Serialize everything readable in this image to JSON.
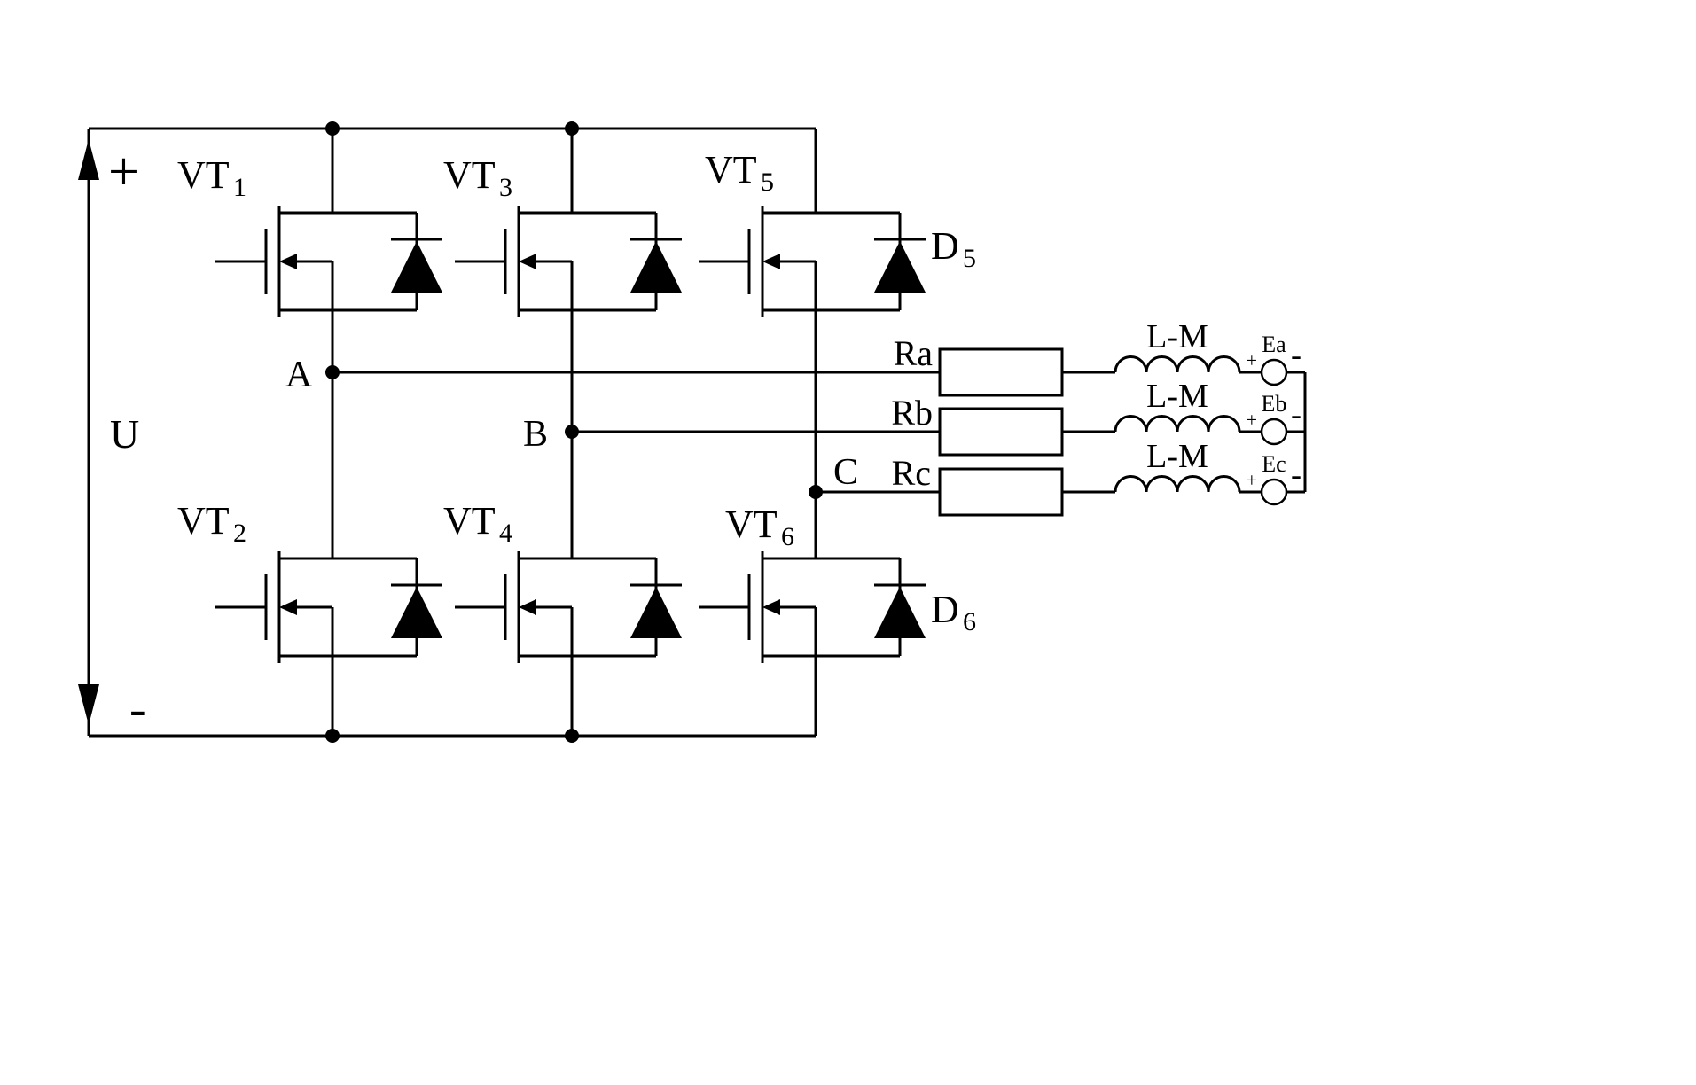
{
  "diagram": {
    "dc_bus": {
      "plus": "+",
      "minus": "-",
      "voltage": "U"
    },
    "switches": [
      {
        "prefix": "VT",
        "sub": "1"
      },
      {
        "prefix": "VT",
        "sub": "3"
      },
      {
        "prefix": "VT",
        "sub": "5"
      },
      {
        "prefix": "VT",
        "sub": "2"
      },
      {
        "prefix": "VT",
        "sub": "4"
      },
      {
        "prefix": "VT",
        "sub": "6"
      }
    ],
    "diodes": [
      {
        "prefix": "D",
        "sub": "5"
      },
      {
        "prefix": "D",
        "sub": "6"
      }
    ],
    "phases": [
      {
        "node": "A",
        "resistor": "Ra",
        "inductor": "L-M",
        "emf_plus": "+",
        "emf_label": "Ea",
        "emf_minus": "-"
      },
      {
        "node": "B",
        "resistor": "Rb",
        "inductor": "L-M",
        "emf_plus": "+",
        "emf_label": "Eb",
        "emf_minus": "-"
      },
      {
        "node": "C",
        "resistor": "Rc",
        "inductor": "L-M",
        "emf_plus": "+",
        "emf_label": "Ec",
        "emf_minus": "-"
      }
    ]
  }
}
